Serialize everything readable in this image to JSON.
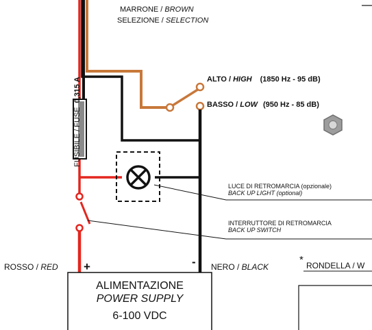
{
  "wires": {
    "brown": {
      "it": "MARRONE / ",
      "en": "BROWN"
    },
    "selection": {
      "it": "SELEZIONE / ",
      "en": "SELECTION"
    },
    "red": {
      "it": "ROSSO / ",
      "en": "RED"
    },
    "black": {
      "it": "NERO / ",
      "en": "BLACK"
    }
  },
  "switch_positions": {
    "high": {
      "it": "ALTO / ",
      "en": "HIGH",
      "spec": "(1850 Hz - 95 dB)"
    },
    "low": {
      "it": "BASSO / ",
      "en": "LOW",
      "spec": "(950 Hz - 85 dB)"
    }
  },
  "fuse": {
    "label_it": "FUSIBILE / FUSE",
    "value": "0,315 A"
  },
  "backup_light": {
    "it": "LUCE DI RETROMARCIA (opzionale)",
    "en": "BACK UP LIGHT (optional)"
  },
  "backup_switch": {
    "it": "INTERRUTTORE DI RETROMARCIA",
    "en": "BACK UP SWITCH"
  },
  "washer": {
    "asterisk": "*",
    "text": "RONDELLA / W"
  },
  "polarity": {
    "plus": "+",
    "minus": "-"
  },
  "power_supply": {
    "it": "ALIMENTAZIONE",
    "en": "POWER SUPPLY",
    "voltage": "6-100 VDC"
  },
  "colors": {
    "red": "#e3261f",
    "black": "#111111",
    "brown": "#c8783a"
  }
}
